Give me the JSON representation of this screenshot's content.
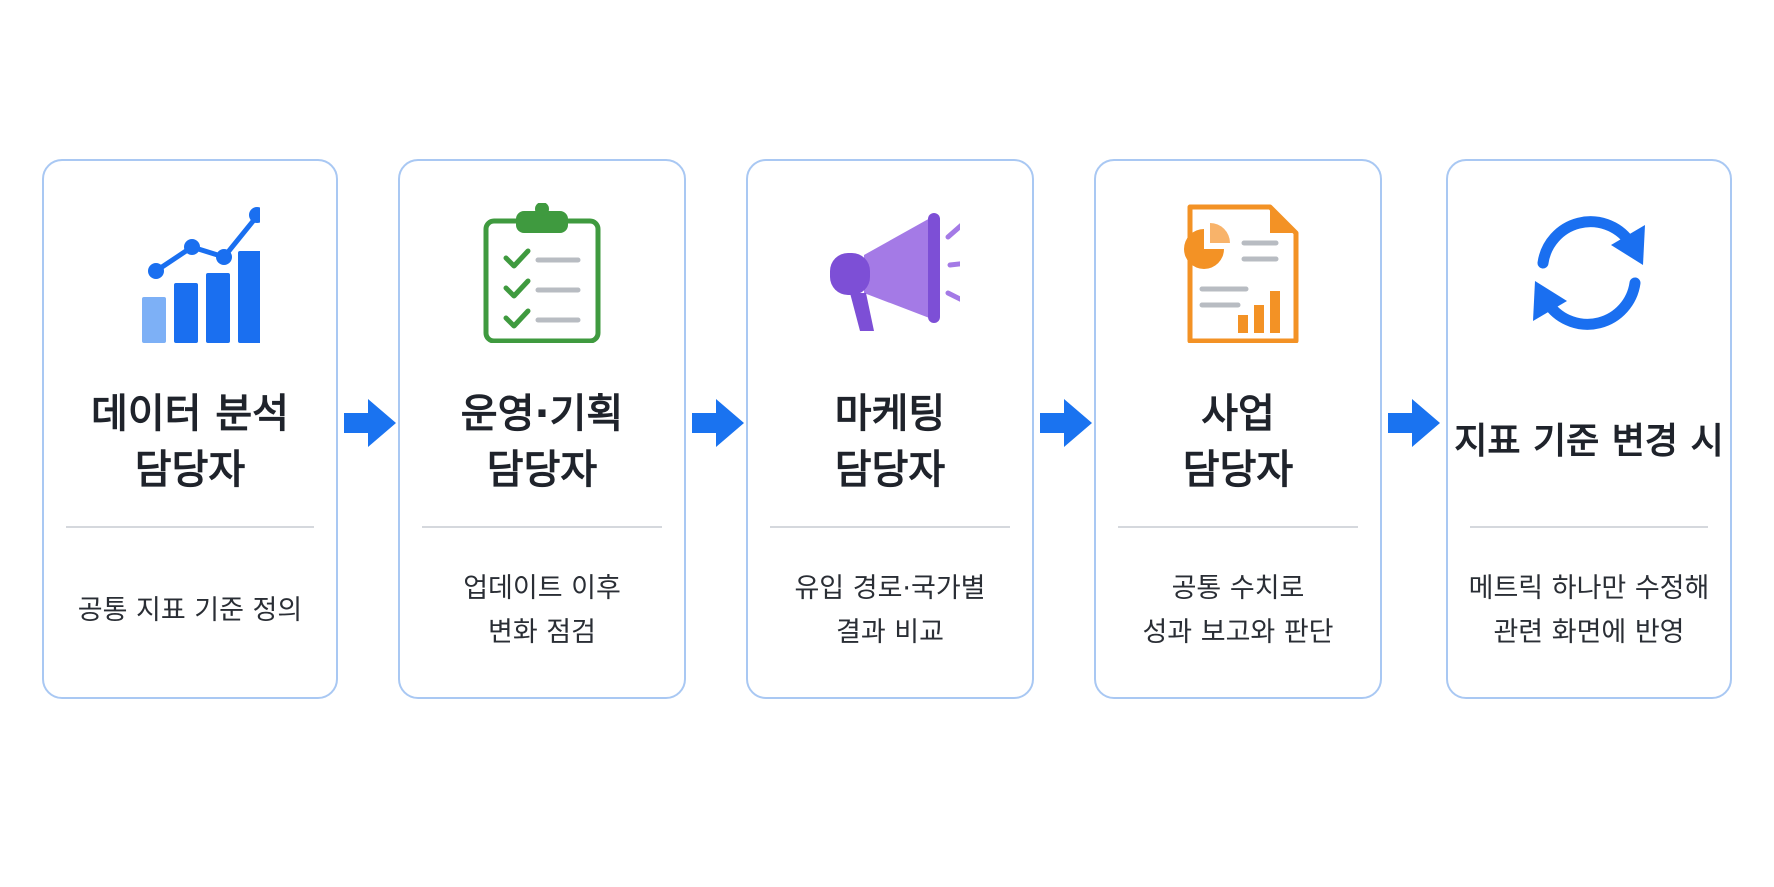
{
  "colors": {
    "card_border": "#a9c8f3",
    "arrow_blue": "#1a73f0",
    "chart_blue": "#1a6ff0",
    "chart_light_blue": "#7db0f6",
    "clipboard_green": "#3f9a3f",
    "megaphone_purple": "#9a6ce0",
    "report_orange": "#f39225",
    "divider": "#d5d8dd"
  },
  "steps": [
    {
      "icon": "bar-chart-trend-icon",
      "title_lines": [
        "데이터 분석",
        "담당자"
      ],
      "desc_lines": [
        "공통 지표 기준 정의"
      ]
    },
    {
      "icon": "clipboard-checklist-icon",
      "title_lines": [
        "운영·기획",
        "담당자"
      ],
      "desc_lines": [
        "업데이트 이후",
        "변화 점검"
      ]
    },
    {
      "icon": "megaphone-icon",
      "title_lines": [
        "마케팅",
        "담당자"
      ],
      "desc_lines": [
        "유입 경로·국가별",
        "결과 비교"
      ]
    },
    {
      "icon": "report-document-icon",
      "title_lines": [
        "사업",
        "담당자"
      ],
      "desc_lines": [
        "공통 수치로",
        "성과 보고와 판단"
      ]
    },
    {
      "icon": "refresh-cycle-icon",
      "title_lines": [
        "지표 기준 변경 시"
      ],
      "desc_lines": [
        "메트릭 하나만 수정해",
        "관련 화면에 반영"
      ]
    }
  ],
  "arrows": [
    "arrow-right-icon",
    "arrow-right-icon",
    "arrow-right-icon",
    "arrow-right-icon"
  ]
}
